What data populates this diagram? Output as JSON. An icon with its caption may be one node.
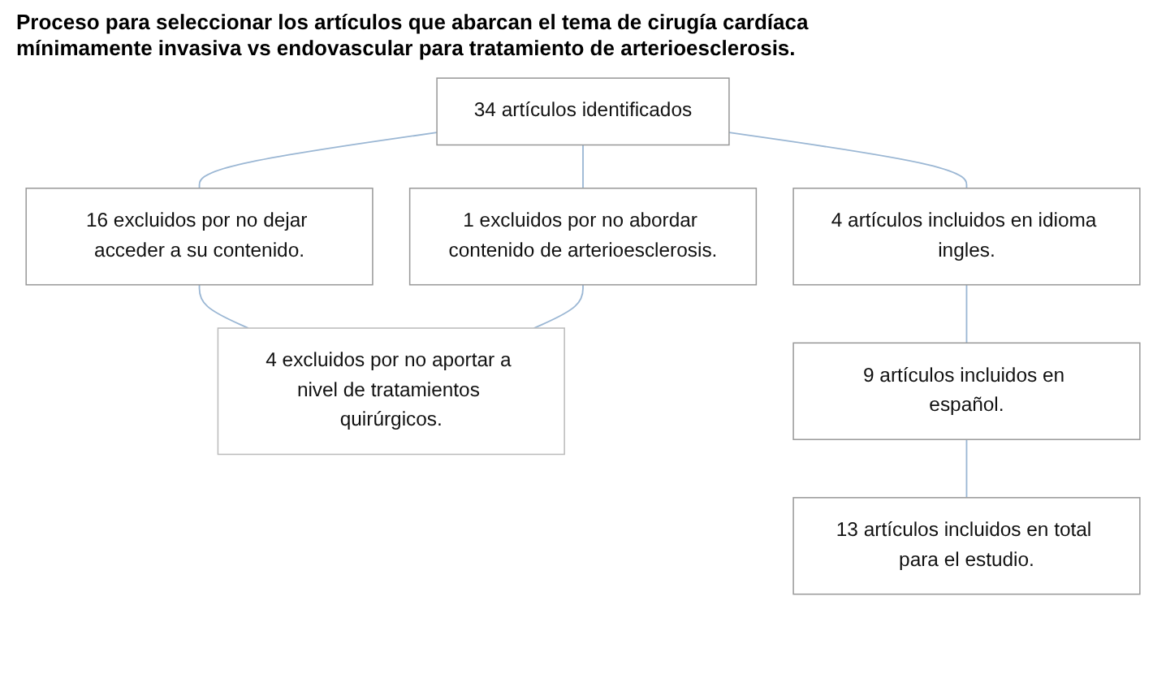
{
  "diagram": {
    "title": "Proceso para seleccionar los artículos que abarcan el tema de cirugía cardíaca mínimamente invasiva vs endovascular para tratamiento de arterioesclerosis.",
    "nodes": [
      {
        "text": [
          "34 artículos identificados"
        ]
      },
      {
        "text": [
          "16 excluidos por no dejar acceder a su contenido."
        ]
      },
      {
        "text": [
          "1 excluidos por no abordar contenido de arterioesclerosis."
        ]
      },
      {
        "text": [
          "4 excluidos por no aportar a nivel de tratamientos quirúrgicos."
        ]
      },
      {
        "text": [
          "4 artículos incluidos en idioma ingles."
        ]
      },
      {
        "text": [
          "9 artículos incluidos en español."
        ]
      },
      {
        "text": [
          "13 artículos incluidos en total para el estudio."
        ]
      }
    ],
    "edges": [
      {
        "from": 0,
        "to": 1,
        "arrow": "none"
      },
      {
        "from": 0,
        "to": 2,
        "arrow": "none"
      },
      {
        "from": 1,
        "to": 3,
        "arrow": "none"
      },
      {
        "from": 2,
        "to": 3,
        "arrow": "none"
      },
      {
        "from": 0,
        "to": 4,
        "arrow": "none"
      },
      {
        "from": 4,
        "to": 5,
        "arrow": "none"
      },
      {
        "from": 5,
        "to": 6,
        "arrow": "none"
      }
    ]
  }
}
